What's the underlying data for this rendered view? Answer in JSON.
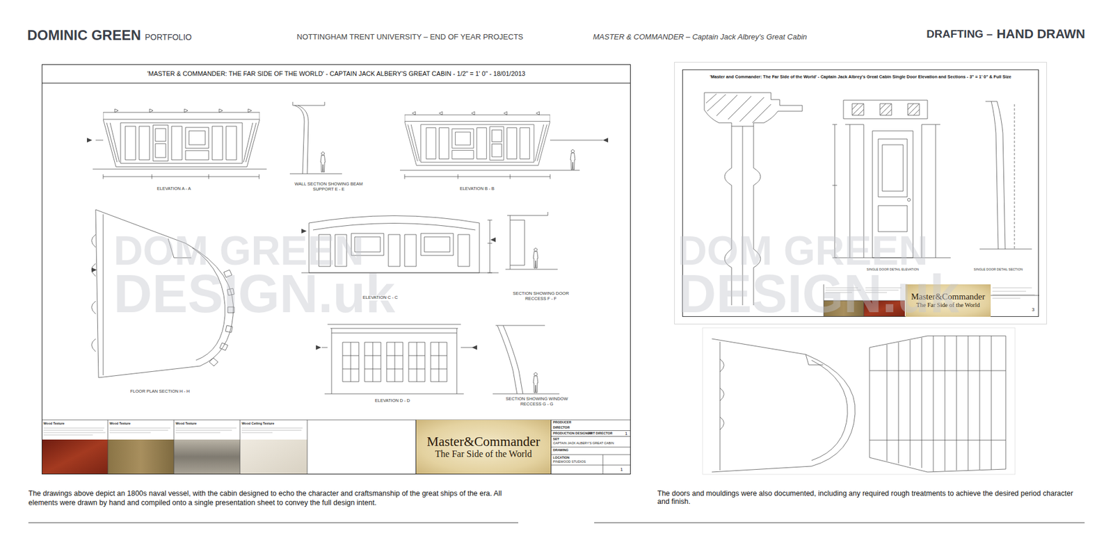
{
  "diagram": {
    "caption": "The drawings above depict an 1800s naval vessel, with the cabin designed to echo the character and craftsmanship of the great ships of the era. All elements were drawn by hand and compiled onto a single presentation sheet to convey the full design intent.",
    "nodes": [
      {
        "text": [
          "'MASTER & COMMANDER: THE FAR SIDE OF THE WORLD'  -  CAPTAIN JACK ALBERY'S GREAT CABIN  -  1/2\" = 1' 0\"  -  18/01/2013"
        ]
      },
      {
        "text": [
          "Master&Commander",
          "The Far Side of the World"
        ],
        "in": 0
      },
      {
        "text": [
          "'Master and Commander: The Far Side of the World' - Captain Jack Albrey's Great Cabin Single Door Elevation and Sections - 3\" = 1' 0\" & Full Size"
        ]
      },
      {
        "text": [
          "Master&Commander",
          "The Far Side of the World"
        ],
        "in": 2
      }
    ],
    "labels": [
      "DOMINIC GREEN",
      "PORTFOLIO",
      "NOTTINGHAM TRENT UNIVERSITY – END OF YEAR PROJECTS",
      "MASTER & COMMANDER – Captain Jack Albrey's Great Cabin",
      "DRAFTING –",
      "HAND DRAWN",
      "ELEVATION A - A",
      "WALL SECTION SHOWING BEAM SUPPORT E - E",
      "ELEVATION B - B",
      "FLOOR PLAN SECTION H - H",
      "ELEVATION C - C",
      "SECTION SHOWING DOOR RECCESS F - F",
      "ELEVATION D - D",
      "SECTION SHOWING WINDOW RECCESS G - G",
      "DOM GREEN",
      "DESIGN.uk",
      "DOM GREEN",
      "DESIGN.uk",
      "Wood Texture",
      "Wood Texture",
      "Wood Texture",
      "Wood Ceiling Texture",
      "PRODUCER",
      "DIRECTOR",
      "PRODUCTION DESIGNER",
      "ART DIRECTOR",
      "SET",
      "CAPTAIN JACK ALBERY'S GREAT CABIN",
      "DRAWING",
      "LOCATION",
      "PINEWOOD STUDIOS",
      "1",
      "1",
      "3",
      "SINGLE DOOR DETAIL ELEVATION",
      "SINGLE DOOR DETAIL SECTION",
      "The doors and mouldings were also documented, including any required rough treatments to achieve the desired period character and finish."
    ]
  }
}
